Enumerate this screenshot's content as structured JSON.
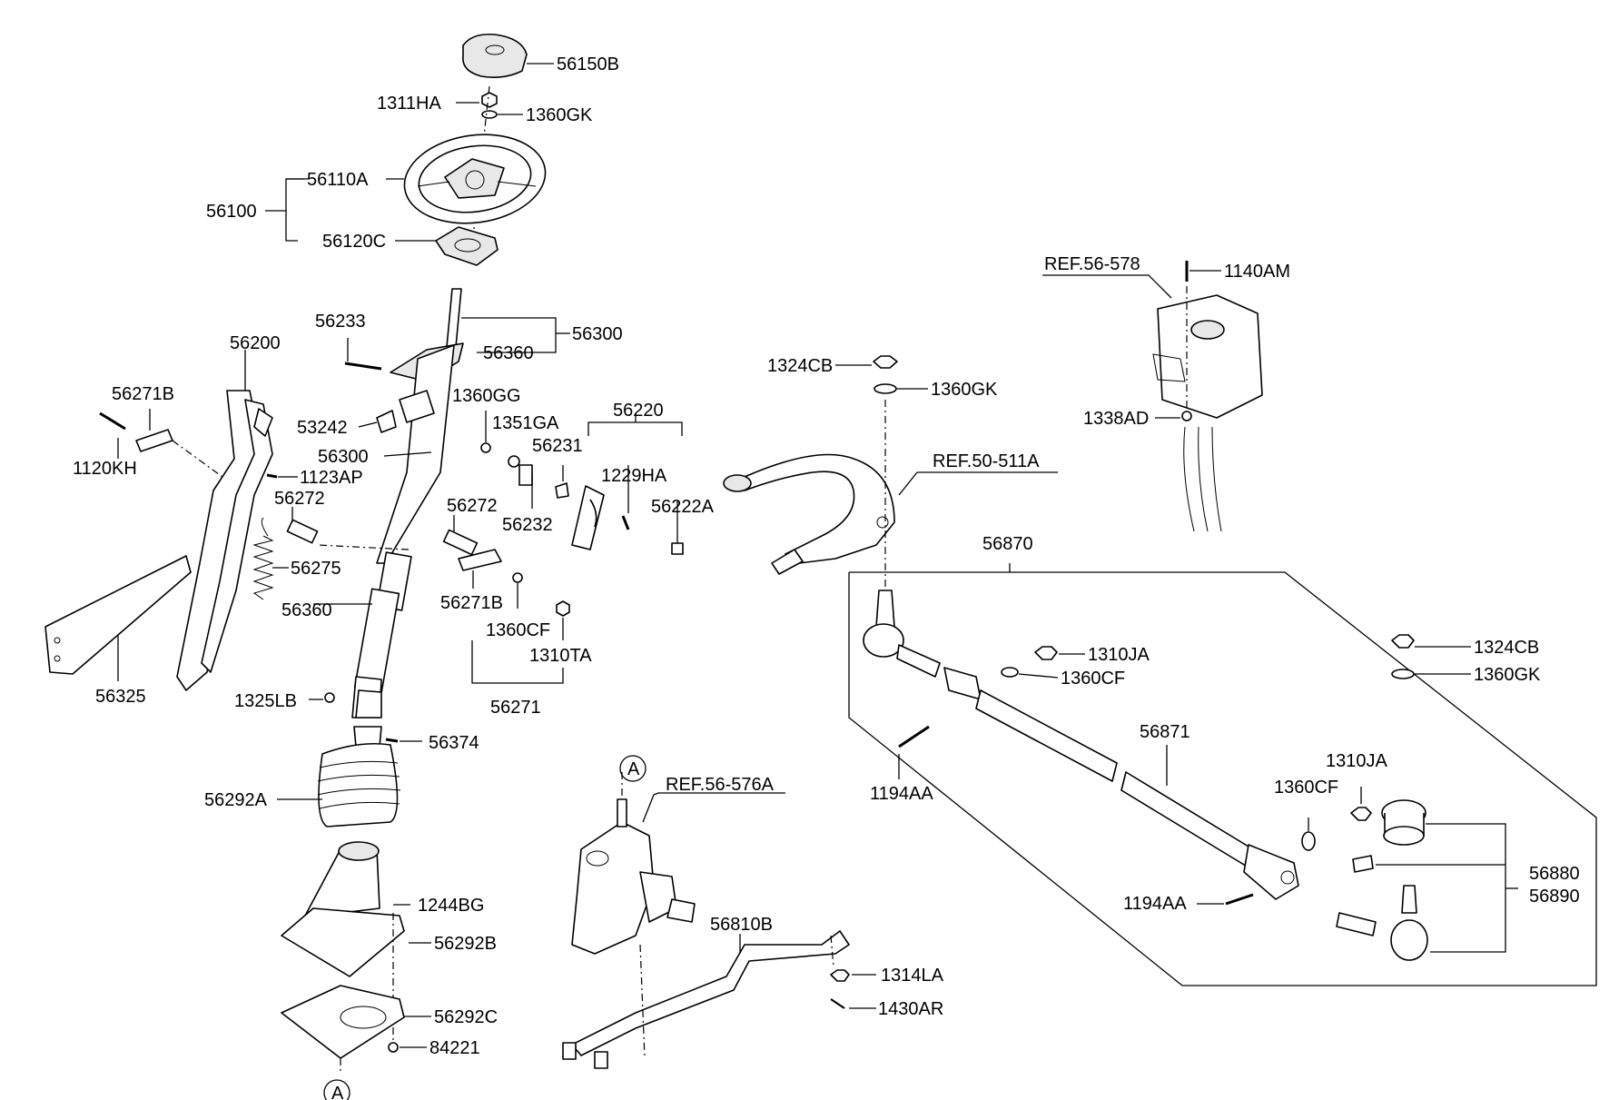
{
  "labels": {
    "p56150B": "56150B",
    "p1311HA": "1311HA",
    "p1360GK_top": "1360GK",
    "p56110A": "56110A",
    "p56100": "56100",
    "p56120C": "56120C",
    "p56233": "56233",
    "p56300_top": "56300",
    "p56360_top": "56360",
    "p56200": "56200",
    "p56271B_left": "56271B",
    "p1120KH": "1120KH",
    "p1123AP": "1123AP",
    "p56272_left": "56272",
    "p56275": "56275",
    "p56325": "56325",
    "p53242": "53242",
    "p56300_mid": "56300",
    "p1360GG": "1360GG",
    "p1351GA": "1351GA",
    "p56231": "56231",
    "p56232": "56232",
    "p56272_right": "56272",
    "p56271B_right": "56271B",
    "p1360CF_col": "1360CF",
    "p1310TA": "1310TA",
    "p56271": "56271",
    "p56360_low": "56360",
    "p1325LB": "1325LB",
    "p56374": "56374",
    "p56292A": "56292A",
    "p1244BG": "1244BG",
    "p56292B": "56292B",
    "p56292C": "56292C",
    "p84221": "84221",
    "p56220": "56220",
    "p1229HA": "1229HA",
    "p56222A": "56222A",
    "p1324CB_top": "1324CB",
    "p1360GK_mid": "1360GK",
    "pREF50": "REF.50-511A",
    "pREF56_578": "REF.56-578",
    "p1140AM": "1140AM",
    "p1338AD": "1338AD",
    "p56870": "56870",
    "p1310JA_a": "1310JA",
    "p1360CF_a": "1360CF",
    "p1194AA_a": "1194AA",
    "p56871": "56871",
    "p1324CB_right": "1324CB",
    "p1360GK_right": "1360GK",
    "p1310JA_b": "1310JA",
    "p1360CF_b": "1360CF",
    "p1194AA_b": "1194AA",
    "p56880": "56880",
    "p56890": "56890",
    "pREF56_576A": "REF.56-576A",
    "p56810B": "56810B",
    "p1314LA": "1314LA",
    "p1430AR": "1430AR",
    "markerA_top": "A",
    "markerA_bottom": "A"
  }
}
